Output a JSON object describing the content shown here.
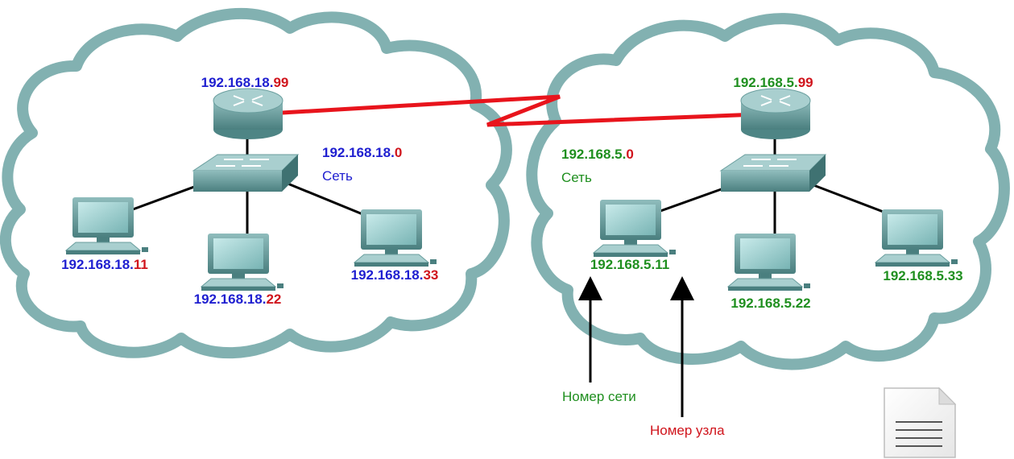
{
  "colors": {
    "cloud_stroke": "#82b1b1",
    "cloud_fill": "#ffffff",
    "wan_link": "#e8141c",
    "lan_link": "#000000",
    "blue_text": "#1f1fd0",
    "green_text": "#1f8f1f",
    "red_text": "#d0141c",
    "device_body": "#5f9797",
    "device_top": "#a9cfcf",
    "screen": "#9fd4d4"
  },
  "left_network": {
    "router": {
      "net": "192.168.18.",
      "host": "99"
    },
    "network": {
      "net": "192.168.18.",
      "host": "0",
      "caption": "Сеть"
    },
    "hosts": [
      {
        "net": "192.168.18.",
        "host": "11"
      },
      {
        "net": "192.168.18.",
        "host": "22"
      },
      {
        "net": "192.168.18.",
        "host": "33"
      }
    ]
  },
  "right_network": {
    "router": {
      "net": "192.168.5.",
      "host": "99"
    },
    "network": {
      "net": "192.168.5.",
      "host": "0",
      "caption": "Сеть"
    },
    "hosts": [
      {
        "net": "192.168.5.",
        "host": "11"
      },
      {
        "net": "192.168.5.",
        "host": "22"
      },
      {
        "net": "192.168.5.",
        "host": "33"
      }
    ]
  },
  "callouts": {
    "network_number": "Номер сети",
    "host_number": "Номер узла"
  },
  "icons": {
    "router": "router-icon",
    "switch": "switch-icon",
    "pc": "pc-icon",
    "document": "document-icon"
  }
}
